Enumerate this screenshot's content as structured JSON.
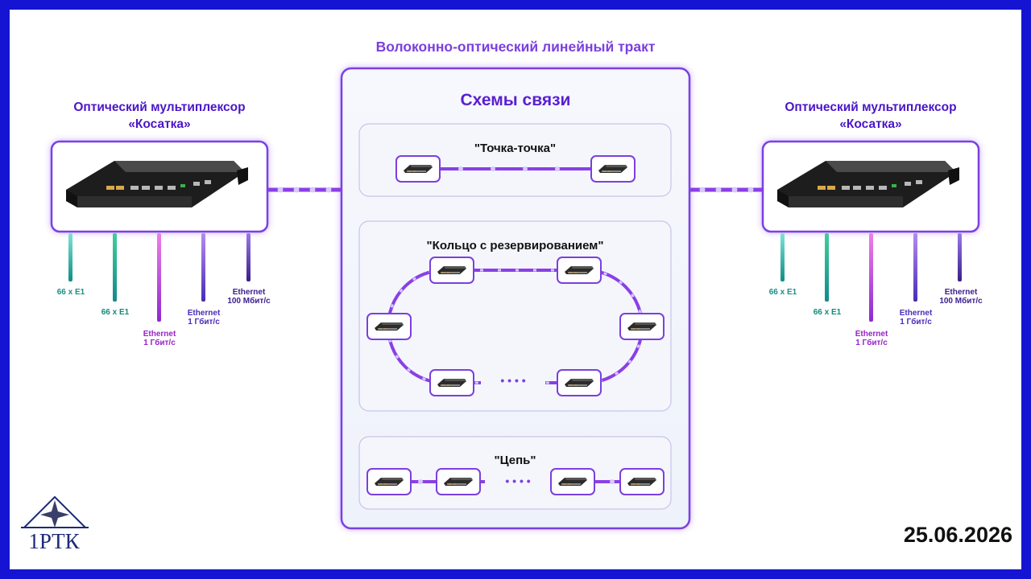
{
  "top_title": "Волоконно-оптический линейный тракт",
  "schemes": {
    "title": "Схемы связи",
    "point_to_point": "\"Точка-точка\"",
    "ring": "\"Кольцо с резервированием\"",
    "chain": "\"Цепь\"",
    "ellipsis": "• • • •"
  },
  "left_mux": {
    "title_line1": "Оптический мультиплексор",
    "title_line2": "«Косатка»",
    "ports": [
      {
        "line1": "66 x E1",
        "line2": "",
        "color": "#1aa89a"
      },
      {
        "line1": "66 x E1",
        "line2": "",
        "color": "#1aa89a"
      },
      {
        "line1": "Ethernet",
        "line2": "1 Гбит/с",
        "color": "#9a22c8"
      },
      {
        "line1": "Ethernet",
        "line2": "1 Гбит/с",
        "color": "#4a2bb8"
      },
      {
        "line1": "Ethernet",
        "line2": "100 Мбит/с",
        "color": "#3a1e8a"
      }
    ]
  },
  "right_mux": {
    "title_line1": "Оптический мультиплексор",
    "title_line2": "«Косатка»",
    "ports": [
      {
        "line1": "66 x E1",
        "line2": "",
        "color": "#1aa89a"
      },
      {
        "line1": "66 x E1",
        "line2": "",
        "color": "#1aa89a"
      },
      {
        "line1": "Ethernet",
        "line2": "1 Гбит/с",
        "color": "#9a22c8"
      },
      {
        "line1": "Ethernet",
        "line2": "1 Гбит/с",
        "color": "#4a2bb8"
      },
      {
        "line1": "Ethernet",
        "line2": "100 Мбит/с",
        "color": "#3a1e8a"
      }
    ]
  },
  "logo_text": "1РТК",
  "date": "25.06.2026",
  "colors": {
    "frame": "#1414d2",
    "accent": "#7b3fe0",
    "line": "#8a3fe6",
    "text_purple": "#4a16c8"
  }
}
